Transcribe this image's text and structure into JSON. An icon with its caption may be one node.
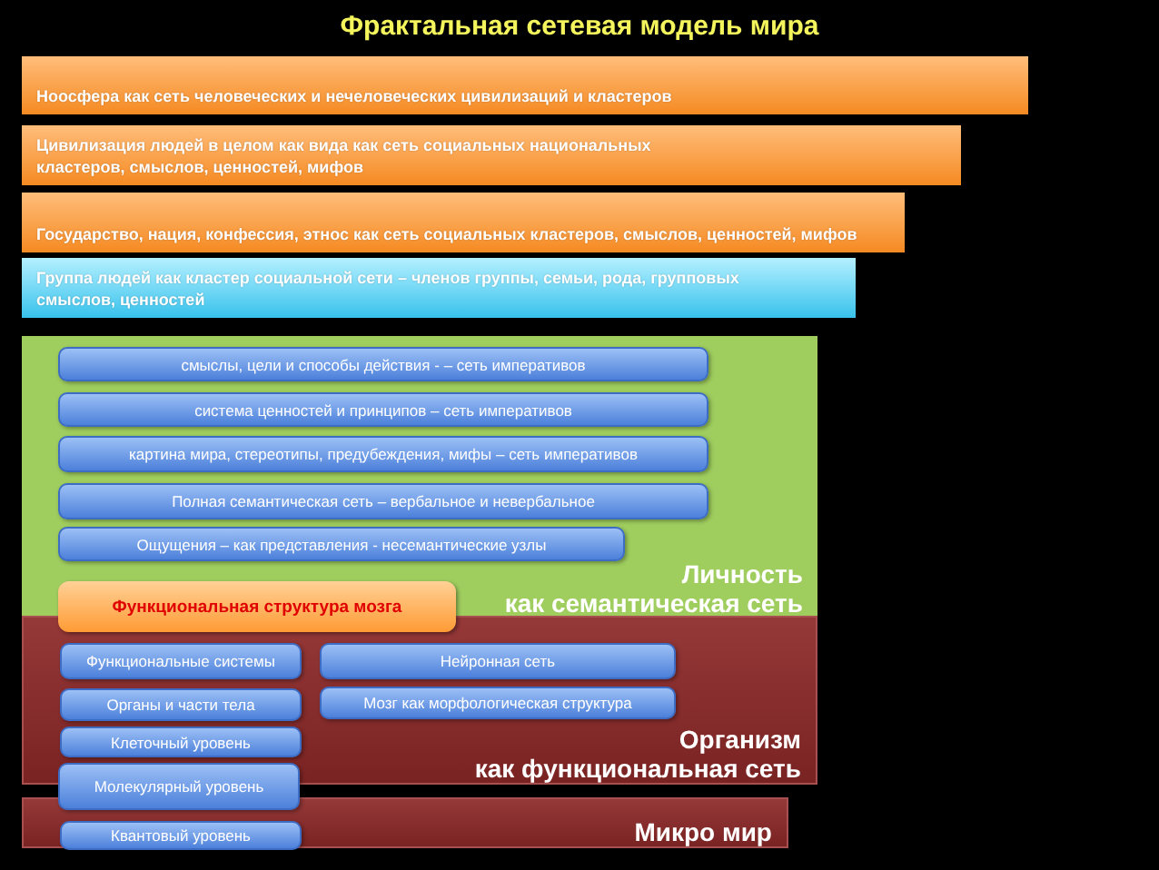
{
  "diagram": {
    "title": "Фрактальная сетевая модель мира",
    "nodes": [
      {
        "text": [
          "Ноосфера как сеть человеческих и нечеловеческих цивилизаций и кластеров"
        ]
      },
      {
        "text": [
          "Цивилизация людей в целом как вида как сеть социальных национальных кластеров, смыслов, ценностей, мифов"
        ]
      },
      {
        "text": [
          "Государство, нация, конфессия, этнос как сеть социальных кластеров, смыслов, ценностей, мифов"
        ]
      },
      {
        "text": [
          "Группа людей как кластер социальной сети – членов группы, семьи, рода, групповых смыслов, ценностей"
        ]
      },
      {
        "text": [
          "Личность как семантическая сеть"
        ]
      },
      {
        "text": [
          "смыслы, цели и способы действия - – сеть императивов"
        ],
        "in": 4
      },
      {
        "text": [
          "система ценностей и принципов – сеть императивов"
        ],
        "in": 4
      },
      {
        "text": [
          "картина мира, стереотипы, предубеждения, мифы – сеть императивов"
        ],
        "in": 4
      },
      {
        "text": [
          "Полная  семантическая сеть – вербальное и невербальное"
        ],
        "in": 4
      },
      {
        "text": [
          "Ощущения – как представления -  несемантические узлы"
        ],
        "in": 4
      },
      {
        "text": [
          "Функциональная структура мозга"
        ]
      },
      {
        "text": [
          "Организм как функциональная сеть"
        ]
      },
      {
        "text": [
          "Функциональные системы"
        ],
        "in": 11
      },
      {
        "text": [
          "Нейронная сеть"
        ],
        "in": 11
      },
      {
        "text": [
          "Органы и части тела"
        ],
        "in": 11
      },
      {
        "text": [
          "Мозг как морфологическая структура"
        ],
        "in": 11
      },
      {
        "text": [
          "Клеточный уровень"
        ],
        "in": 11
      },
      {
        "text": [
          "Молекулярный уровень"
        ]
      },
      {
        "text": [
          "Микро мир"
        ]
      },
      {
        "text": [
          "Квантовый уровень"
        ],
        "in": 18
      }
    ]
  }
}
